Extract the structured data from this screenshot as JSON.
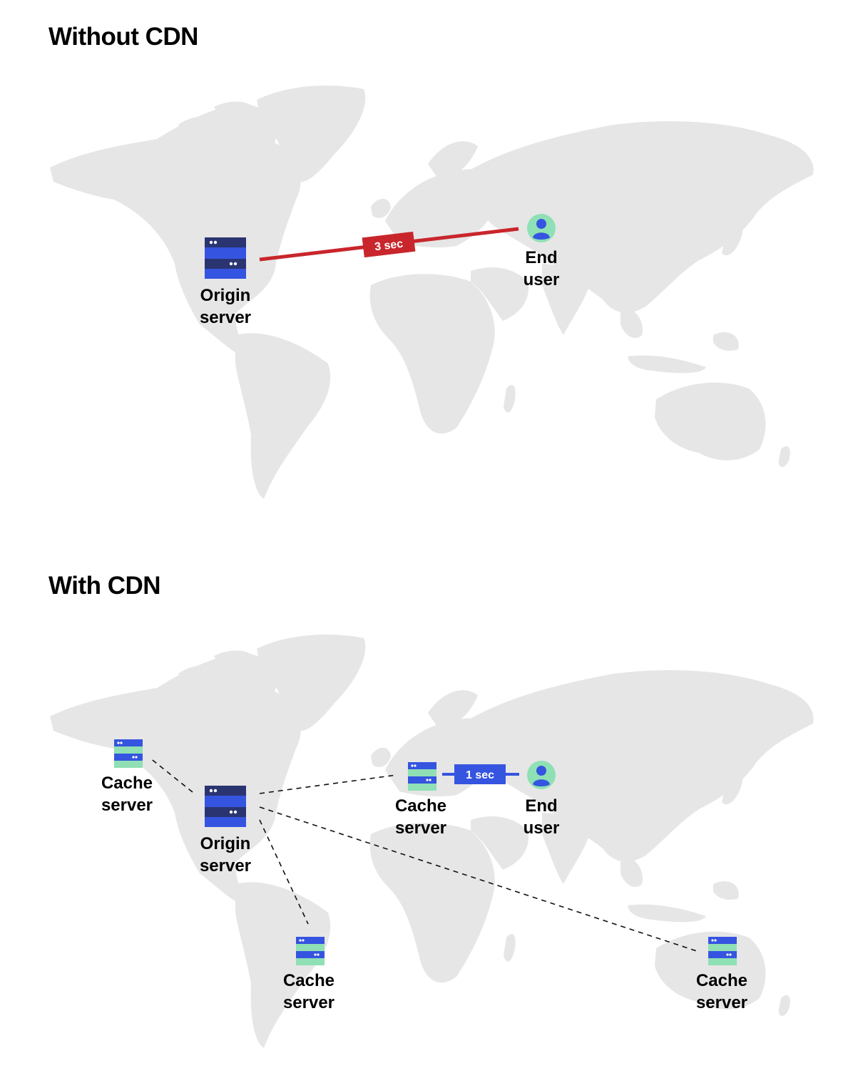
{
  "panels": [
    {
      "title": "Without CDN",
      "latency_label": "3 sec",
      "origin": {
        "line1": "Origin",
        "line2": "server"
      },
      "user": {
        "line1": "End",
        "line2": "user"
      }
    },
    {
      "title": "With CDN",
      "latency_label": "1 sec",
      "origin": {
        "line1": "Origin",
        "line2": "server"
      },
      "user": {
        "line1": "End",
        "line2": "user"
      },
      "caches": [
        {
          "line1": "Cache",
          "line2": "server"
        },
        {
          "line1": "Cache",
          "line2": "server"
        },
        {
          "line1": "Cache",
          "line2": "server"
        },
        {
          "line1": "Cache",
          "line2": "server"
        }
      ]
    }
  ],
  "colors": {
    "land": "#e6e6e6",
    "server_dark": "#2a3470",
    "server_blue": "#3554e0",
    "cache_green": "#8fe0b4",
    "slow_link": "#c8262c",
    "fast_link": "#3554e0",
    "user_bg": "#8fe0b4",
    "user_fg": "#3554e0"
  },
  "icons": {
    "origin": "origin-server-icon",
    "cache": "cache-server-icon",
    "user": "end-user-icon"
  }
}
